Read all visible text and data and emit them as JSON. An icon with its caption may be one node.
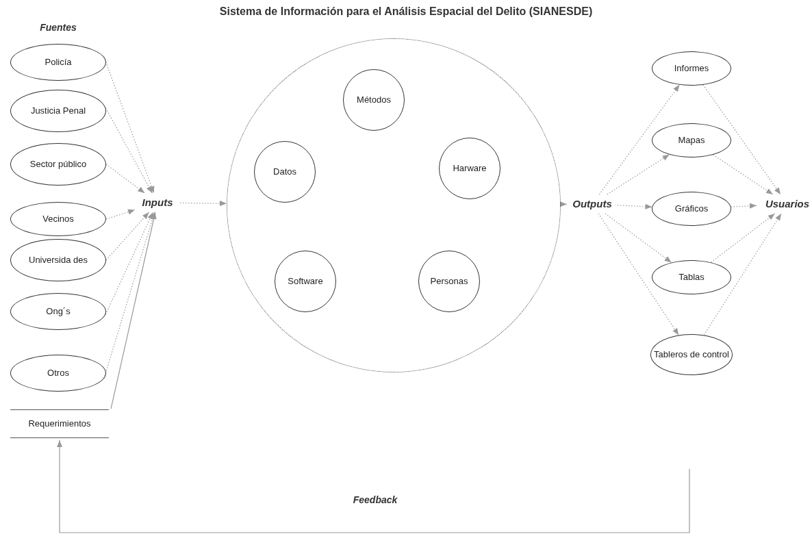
{
  "diagram": {
    "title": "Sistema de Información para el Análisis Espacial del Delito (SIANESDE)",
    "nodes": [
      {
        "text": [
          "Policía"
        ]
      },
      {
        "text": [
          "Justicia Penal"
        ]
      },
      {
        "text": [
          "Sector público"
        ]
      },
      {
        "text": [
          "Vecinos"
        ]
      },
      {
        "text": [
          "Universida des"
        ]
      },
      {
        "text": [
          "Ong´s"
        ]
      },
      {
        "text": [
          "Otros"
        ]
      },
      {
        "text": [
          "Requerimientos"
        ]
      },
      {
        "text": [
          "Inputs"
        ]
      },
      {
        "text": [],
        "shape": "circle"
      },
      {
        "text": [
          "Métodos"
        ],
        "in": 9
      },
      {
        "text": [
          "Datos"
        ],
        "in": 9
      },
      {
        "text": [
          "Harware"
        ],
        "in": 9
      },
      {
        "text": [
          "Software"
        ],
        "in": 9
      },
      {
        "text": [
          "Personas"
        ],
        "in": 9
      },
      {
        "text": [
          "Outputs"
        ]
      },
      {
        "text": [
          "Informes"
        ]
      },
      {
        "text": [
          "Mapas"
        ]
      },
      {
        "text": [
          "Gráficos"
        ]
      },
      {
        "text": [
          "Tablas"
        ]
      },
      {
        "text": [
          "Tableros de control"
        ]
      },
      {
        "text": [
          "Usuarios"
        ]
      }
    ],
    "edges": [
      {
        "from": 0,
        "to": 8,
        "arrow": "to",
        "style": "dashed"
      },
      {
        "from": 1,
        "to": 8,
        "arrow": "to",
        "style": "dashed"
      },
      {
        "from": 2,
        "to": 8,
        "arrow": "to",
        "style": "dashed"
      },
      {
        "from": 3,
        "to": 8,
        "arrow": "to",
        "style": "dashed"
      },
      {
        "from": 4,
        "to": 8,
        "arrow": "to",
        "style": "dashed"
      },
      {
        "from": 5,
        "to": 8,
        "arrow": "to",
        "style": "dashed"
      },
      {
        "from": 6,
        "to": 8,
        "arrow": "to",
        "style": "dashed"
      },
      {
        "from": 7,
        "to": 8,
        "arrow": "to"
      },
      {
        "from": 8,
        "to": 9,
        "arrow": "to",
        "style": "dashed"
      },
      {
        "from": 9,
        "to": 15,
        "arrow": "to",
        "style": "dashed"
      },
      {
        "from": 15,
        "to": 16,
        "arrow": "to",
        "style": "dashed"
      },
      {
        "from": 15,
        "to": 17,
        "arrow": "to",
        "style": "dashed"
      },
      {
        "from": 15,
        "to": 18,
        "arrow": "to",
        "style": "dashed"
      },
      {
        "from": 15,
        "to": 19,
        "arrow": "to",
        "style": "dashed"
      },
      {
        "from": 15,
        "to": 20,
        "arrow": "to",
        "style": "dashed"
      },
      {
        "from": 16,
        "to": 21,
        "arrow": "to",
        "style": "dashed"
      },
      {
        "from": 17,
        "to": 21,
        "arrow": "to",
        "style": "dashed"
      },
      {
        "from": 18,
        "to": 21,
        "arrow": "to",
        "style": "dashed"
      },
      {
        "from": 19,
        "to": 21,
        "arrow": "to",
        "style": "dashed"
      },
      {
        "from": 20,
        "to": 21,
        "arrow": "to",
        "style": "dashed"
      },
      {
        "from": null,
        "to": 7,
        "arrow": "to",
        "label": "Feedback"
      }
    ],
    "labels": [
      "Fuentes"
    ]
  }
}
